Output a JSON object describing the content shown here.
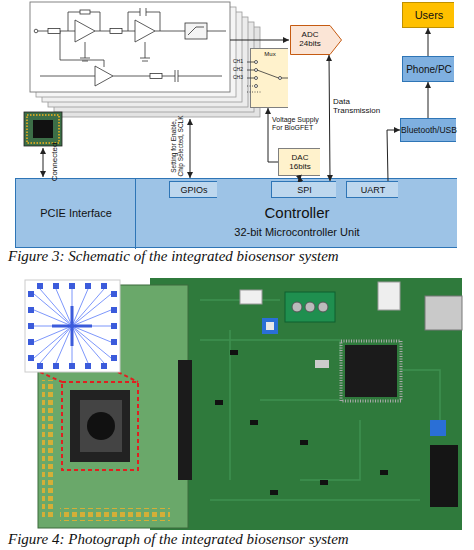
{
  "diagram": {
    "caption": "Figure 3: Schematic of the integrated biosensor system",
    "nodes": [
      {
        "text": [
          "ADC 24bits"
        ]
      },
      {
        "text": [
          "Users"
        ]
      },
      {
        "text": [
          "Mux"
        ]
      },
      {
        "text": [
          "Phone/PC"
        ]
      },
      {
        "text": [
          "Bluetooth/USB"
        ]
      },
      {
        "text": [
          "DAC 16bits"
        ]
      },
      {
        "text": [
          "Controller",
          "32-bit Microcontroller Unit"
        ]
      },
      {
        "text": [
          "PCIE Interface"
        ],
        "in": 6
      },
      {
        "text": [
          "GPIOs"
        ],
        "in": 6
      },
      {
        "text": [
          "SPI"
        ],
        "in": 6
      },
      {
        "text": [
          "UART"
        ],
        "in": 6
      }
    ],
    "edges": [
      {
        "from": 0,
        "to": 9,
        "arrow": "both",
        "label": "Data Transmission"
      },
      {
        "from": 9,
        "to": 5,
        "arrow": "both"
      },
      {
        "from": 5,
        "to": 2,
        "arrow": "to",
        "label": "Voltage Supply For BioGFET"
      },
      {
        "from": 10,
        "to": 4,
        "arrow": "to"
      },
      {
        "from": 4,
        "to": 3,
        "arrow": "to"
      },
      {
        "from": 3,
        "to": 1,
        "arrow": "to"
      }
    ],
    "labels": [
      "Connected",
      "Setting for Enable, Chip Selected, SCLK",
      "CH1",
      "CH2",
      "CH3",
      "Figure 4: Photograph of the integrated biosensor system"
    ]
  }
}
